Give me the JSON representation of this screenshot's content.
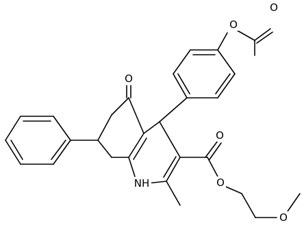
{
  "diagram": {
    "bond_color": "#000000",
    "background": "#ffffff",
    "atom_labels": {
      "ester_ring_oxygen": "O",
      "acetyl_carbonyl_oxygen": "O",
      "ketone_oxygen": "O",
      "ester_carbonyl_oxygen": "O",
      "ester_alkoxy_oxygen": "O",
      "methoxy_oxygen": "O",
      "amine_nh": "NH"
    }
  }
}
